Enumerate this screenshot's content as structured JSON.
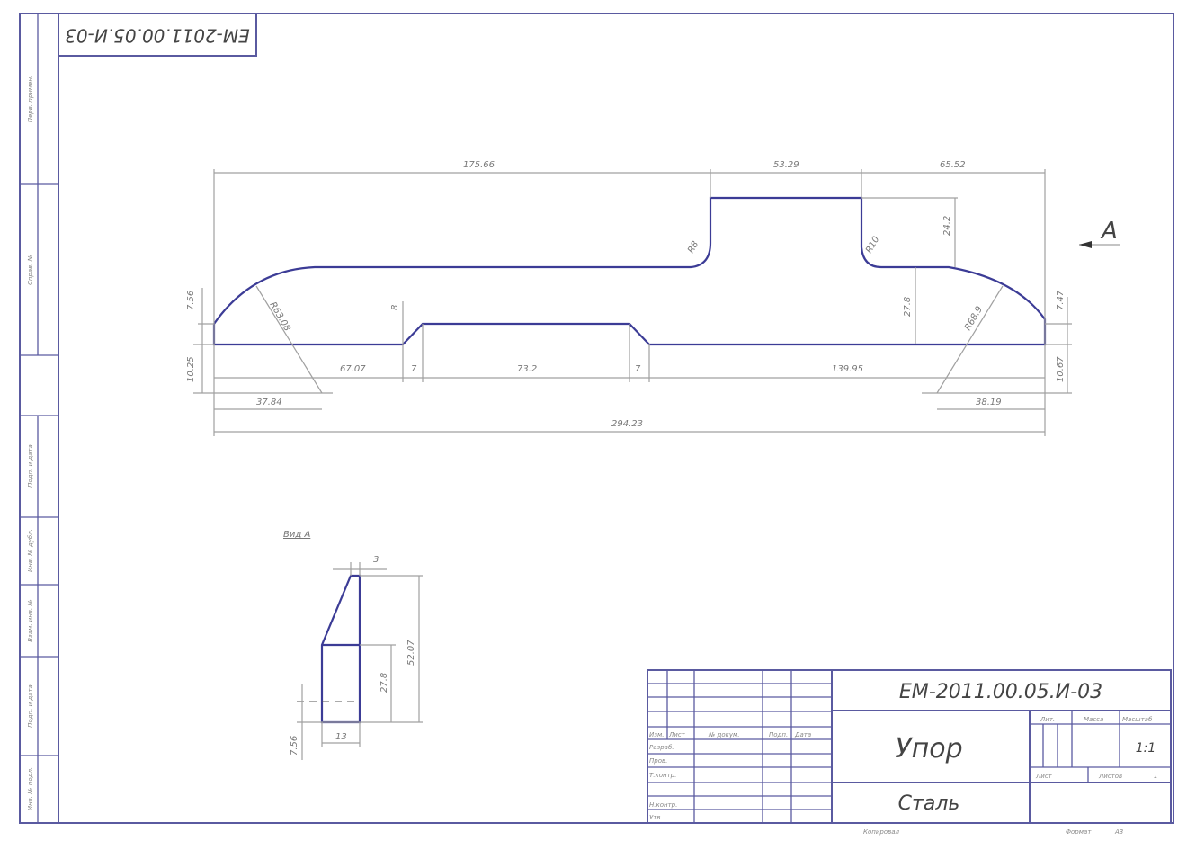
{
  "drawing": {
    "designation": "ЕМ-2011.00.05.И-03",
    "designation_rotated": "ЕМ-2011.00.05.И-03",
    "part_name": "Упор",
    "material": "Сталь",
    "scale": "1:1",
    "sheets_total": "1",
    "copied_label": "Копировал",
    "format_label": "Формат",
    "format_value": "А3"
  },
  "side_strip": [
    "Перв. примен.",
    "Справ. №",
    "Подп. и дата",
    "Инв. № дубл.",
    "Взам. инв. №",
    "Подп. и дата",
    "Инв. № подл."
  ],
  "title_block": {
    "headers": [
      "Изм.",
      "Лист",
      "№ докум.",
      "Подп.",
      "Дата"
    ],
    "roles": [
      "Разраб.",
      "Пров.",
      "Т.контр.",
      "Н.контр.",
      "Утв."
    ],
    "lit_label": "Лит.",
    "mass_label": "Масса",
    "scale_label": "Масштаб",
    "sheet_label": "Лист",
    "sheets_label": "Листов"
  },
  "main_view": {
    "view_marker": "A",
    "dims": {
      "len_top_left": "175.66",
      "len_boss": "53.29",
      "len_top_right": "65.52",
      "boss_height": "24.2",
      "body_height": "27.8",
      "fillet_left": "R8",
      "fillet_right": "R10",
      "radius_left": "R63.08",
      "radius_right": "R68.9",
      "left_end_h": "7.56",
      "right_end_h": "7.47",
      "left_offset": "10.25",
      "right_offset": "10.67",
      "groove_depth": "8",
      "seg1": "67.07",
      "seg2": "7",
      "seg3": "73.2",
      "seg4": "7",
      "seg5": "139.95",
      "left_center": "37.84",
      "right_center": "38.19",
      "total": "294.23"
    }
  },
  "view_a": {
    "title": "Вид А",
    "dims": {
      "top": "3",
      "height_total": "52.07",
      "height_body": "27.8",
      "width": "13",
      "bottom": "7.56"
    }
  }
}
